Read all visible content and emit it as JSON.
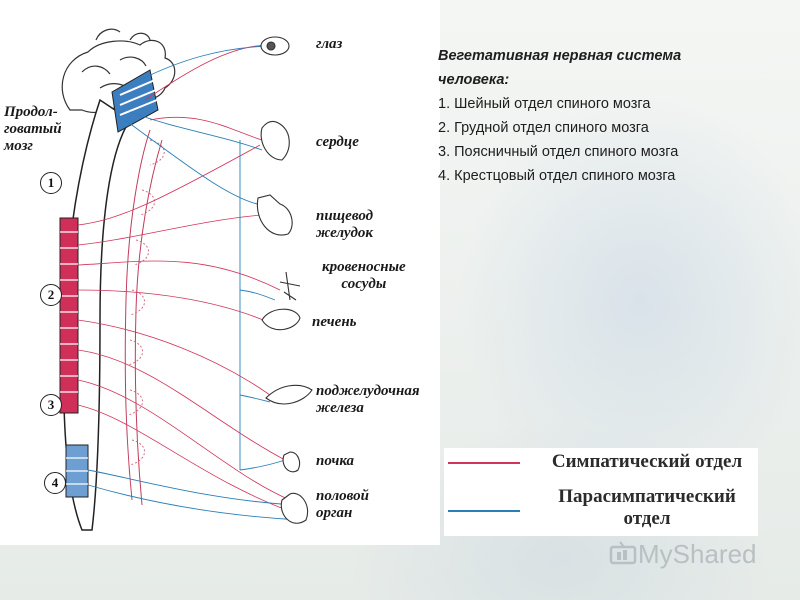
{
  "diagram": {
    "labels": {
      "medulla": "Продол-\nговатый\nмозг",
      "eye": "глаз",
      "heart": "сердце",
      "esophagus": "пищевод\nжелудок",
      "vessels": "кровеносные\nсосуды",
      "liver": "печень",
      "pancreas": "поджелудочная\nжелеза",
      "kidney": "почка",
      "genital": "половой\nорган"
    },
    "section_numbers": [
      "1",
      "2",
      "3",
      "4"
    ]
  },
  "text": {
    "title": "Вегетативная нервная система человека:",
    "items": [
      "1. Шейный отдел спиного мозга",
      "2. Грудной отдел спиного мозга",
      "3. Поясничный отдел спиного мозга",
      "4. Крестцовый отдел спиного мозга"
    ]
  },
  "legend": {
    "sympathetic": "Симпатический отдел",
    "parasympathetic": "Парасимпатический отдел"
  },
  "colors": {
    "sympathetic": "#d2335a",
    "parasympathetic": "#2a7fb8"
  },
  "watermark": "MyShared"
}
